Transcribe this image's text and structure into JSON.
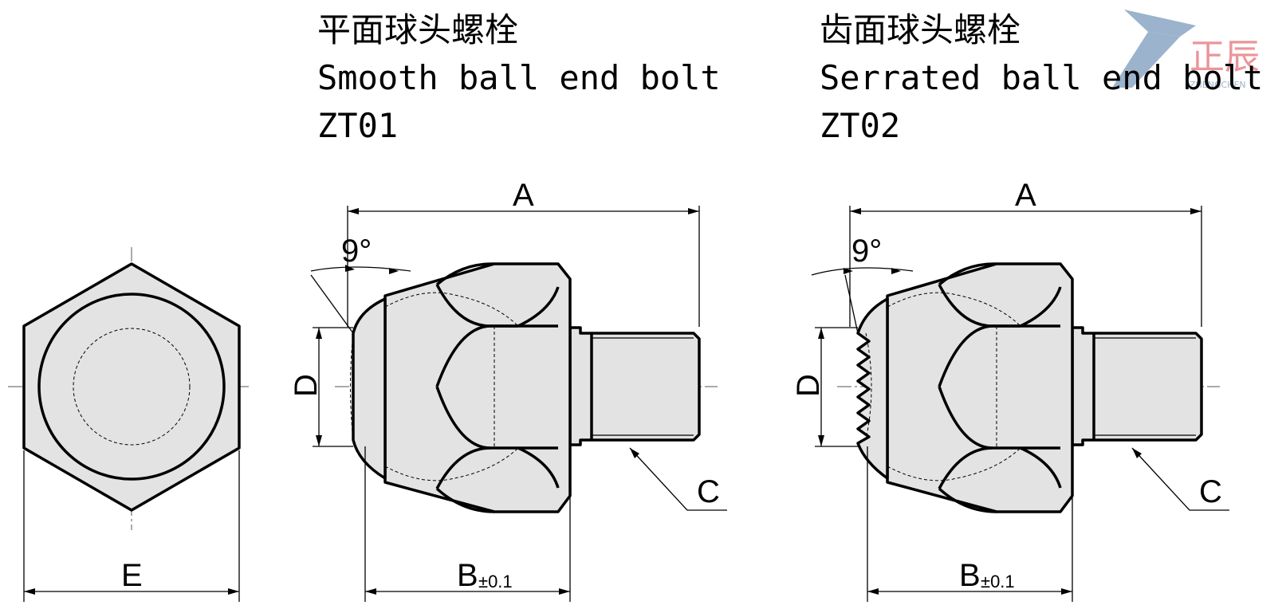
{
  "titles": {
    "zt01": {
      "name_zh": "平面球头螺栓",
      "name_en": "Smooth ball end bolt",
      "code": "ZT01"
    },
    "zt02": {
      "name_zh": "齿面球头螺栓",
      "name_en": "Serrated ball end bolt",
      "code": "ZT02"
    }
  },
  "dimensions": {
    "hex_width": "E",
    "overall_length": "A",
    "body_length": "B",
    "body_tolerance": "±0.1",
    "contact_diameter": "D",
    "thread": "C",
    "angle": "9°"
  },
  "logo": {
    "text": "正辰",
    "subtext": "ZHENGCHEN",
    "color_primary": "#e8838a",
    "color_secondary": "#8aa6c4"
  }
}
